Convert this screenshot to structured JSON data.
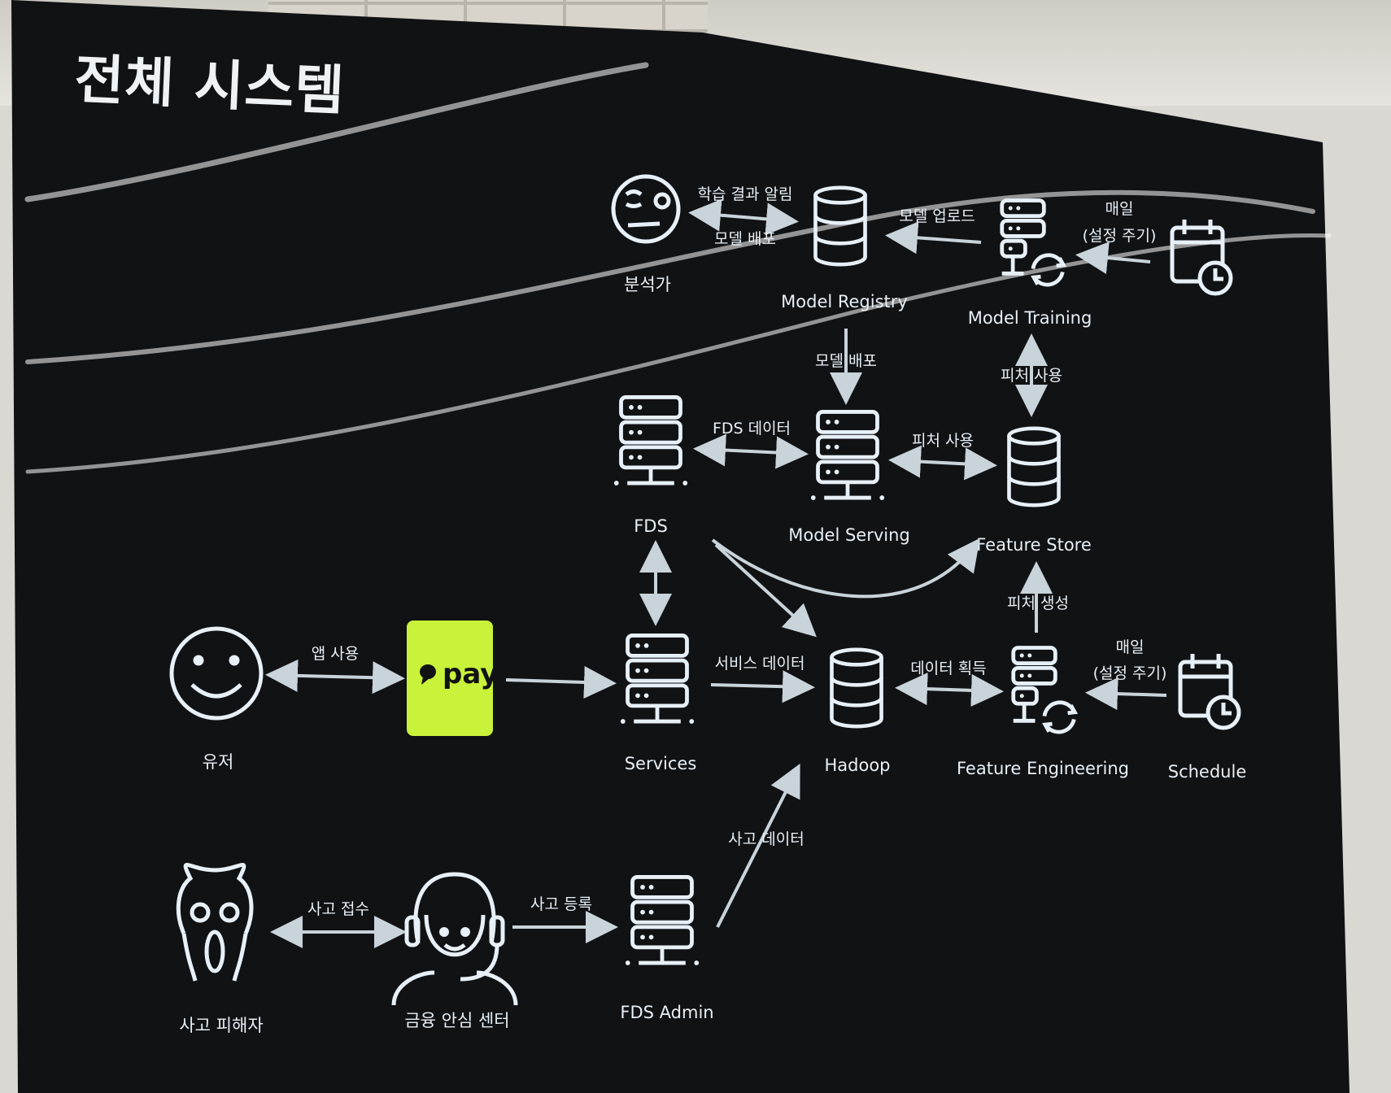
{
  "title": "전체 시스템",
  "nodes": {
    "analyst": "분석가",
    "model_registry": "Model Registry",
    "model_training": "Model Training",
    "fds": "FDS",
    "model_serving": "Model Serving",
    "feature_store": "Feature Store",
    "user": "유저",
    "pay_logo": "pay",
    "services": "Services",
    "hadoop": "Hadoop",
    "feature_engineering": "Feature Engineering",
    "schedule": "Schedule",
    "victim": "사고 피해자",
    "financial_center": "금융 안심 센터",
    "fds_admin": "FDS Admin"
  },
  "edges": {
    "learning_result": "학습 결과 알림",
    "model_deploy_analyst": "모델 배포",
    "model_upload": "모델 업로드",
    "daily_top": "매일",
    "period_top": "(설정 주기)",
    "model_deploy": "모델 배포",
    "feature_use_top": "피처 사용",
    "fds_data": "FDS 데이터",
    "feature_use": "피처 사용",
    "feature_gen": "피처 생성",
    "app_use": "앱 사용",
    "service_data": "서비스 데이터",
    "data_acquire": "데이터 획득",
    "daily_bottom": "매일",
    "period_bottom": "(설정 주기)",
    "incident_data": "사고 데이터",
    "incident_receipt": "사고 접수",
    "incident_register": "사고 등록"
  },
  "colors": {
    "screen": "#111214",
    "line": "#e7f0f7",
    "arrow": "#c9d3da",
    "pay_bg": "#c9f23a"
  },
  "icons": {
    "analyst": "thinking-face-icon",
    "user": "smiley-face-icon",
    "victim": "screaming-face-icon",
    "financial_center": "headset-agent-icon",
    "schedule": "calendar-clock-icon",
    "storage": "database-icon",
    "server": "server-rack-icon",
    "pipeline": "server-sync-icon"
  }
}
